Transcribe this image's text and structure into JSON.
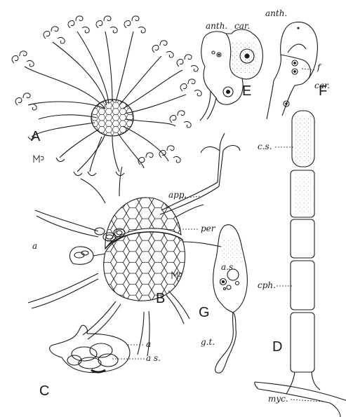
{
  "colors": {
    "ink": "#1a1a1a",
    "paper": "#ffffff"
  },
  "panels": {
    "A": {
      "label": "A"
    },
    "B": {
      "label": "B",
      "app": "app.",
      "per": "per",
      "a": "a"
    },
    "C": {
      "label": "C",
      "a": "a",
      "as": "a s."
    },
    "D": {
      "label": "D",
      "cs": "c.s.",
      "cph": "cph.",
      "myc": "myc."
    },
    "E": {
      "label": "E",
      "anth": "anth.",
      "car": "car."
    },
    "F": {
      "label": "F",
      "anth": "anth.",
      "f": "f",
      "car": "car."
    },
    "G": {
      "label": "G",
      "as": "a.s.",
      "gt": "g.t."
    }
  }
}
